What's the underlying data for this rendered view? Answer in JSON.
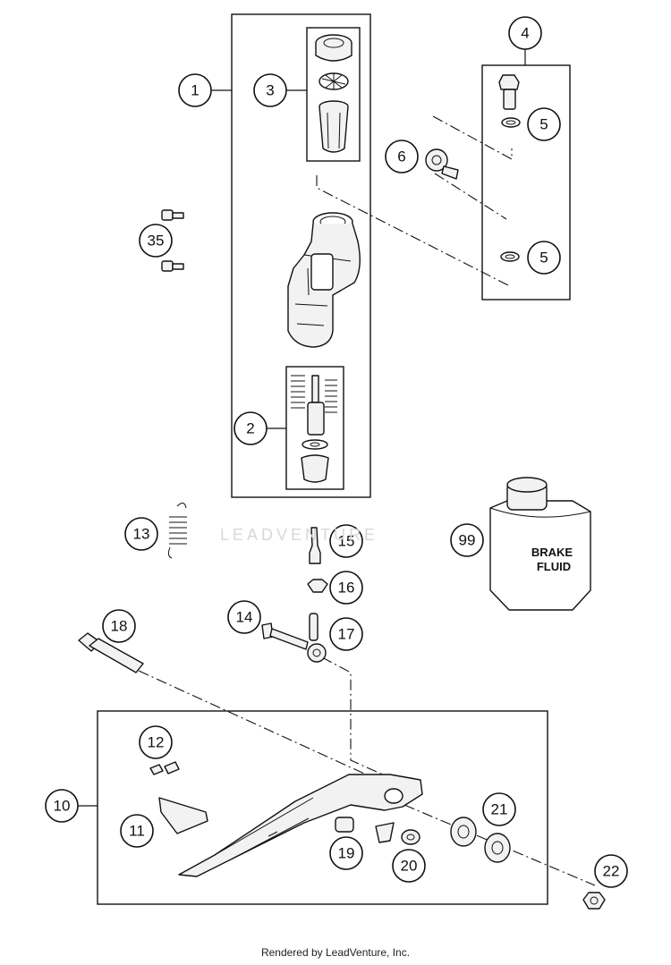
{
  "watermark": "LEADVENTURE",
  "footer": "Rendered by LeadVenture, Inc.",
  "fluid_can": {
    "line1": "BRAKE",
    "line2": "FLUID"
  },
  "callouts": [
    {
      "id": "c1",
      "label": "1"
    },
    {
      "id": "c3",
      "label": "3"
    },
    {
      "id": "c4",
      "label": "4"
    },
    {
      "id": "c5a",
      "label": "5"
    },
    {
      "id": "c6",
      "label": "6"
    },
    {
      "id": "c35",
      "label": "35"
    },
    {
      "id": "c5b",
      "label": "5"
    },
    {
      "id": "c2",
      "label": "2"
    },
    {
      "id": "c13",
      "label": "13"
    },
    {
      "id": "c15",
      "label": "15"
    },
    {
      "id": "c99",
      "label": "99"
    },
    {
      "id": "c16",
      "label": "16"
    },
    {
      "id": "c14",
      "label": "14"
    },
    {
      "id": "c17",
      "label": "17"
    },
    {
      "id": "c18",
      "label": "18"
    },
    {
      "id": "c12",
      "label": "12"
    },
    {
      "id": "c10",
      "label": "10"
    },
    {
      "id": "c21",
      "label": "21"
    },
    {
      "id": "c11",
      "label": "11"
    },
    {
      "id": "c19",
      "label": "19"
    },
    {
      "id": "c20",
      "label": "20"
    },
    {
      "id": "c22",
      "label": "22"
    }
  ]
}
